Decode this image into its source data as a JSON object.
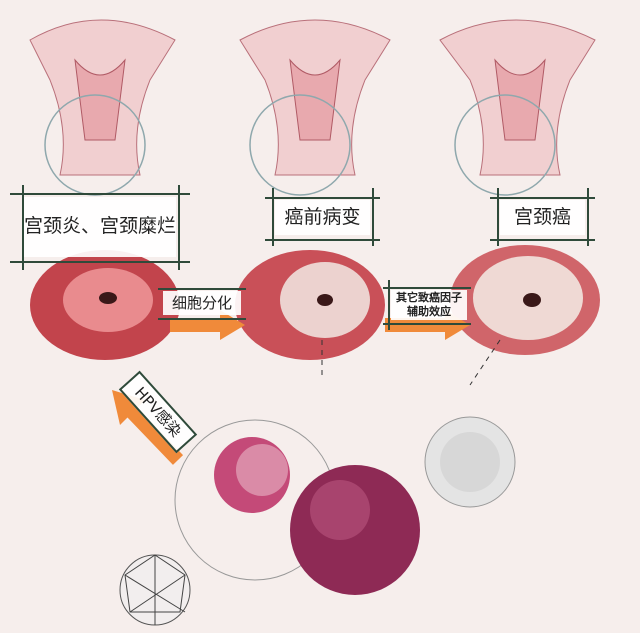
{
  "stages": [
    {
      "label": "宫颈炎、宫颈糜烂"
    },
    {
      "label": "癌前病变"
    },
    {
      "label": "宫颈癌"
    }
  ],
  "transitions": [
    {
      "label": "细胞分化"
    },
    {
      "label": "其它致癌因子辅助效应"
    },
    {
      "label": "HPV感染"
    }
  ],
  "colors": {
    "arrow": "#f08a3a",
    "label_border": "#2f4a3a",
    "tissue": "#c2444c",
    "virus": "#8e2a55"
  }
}
